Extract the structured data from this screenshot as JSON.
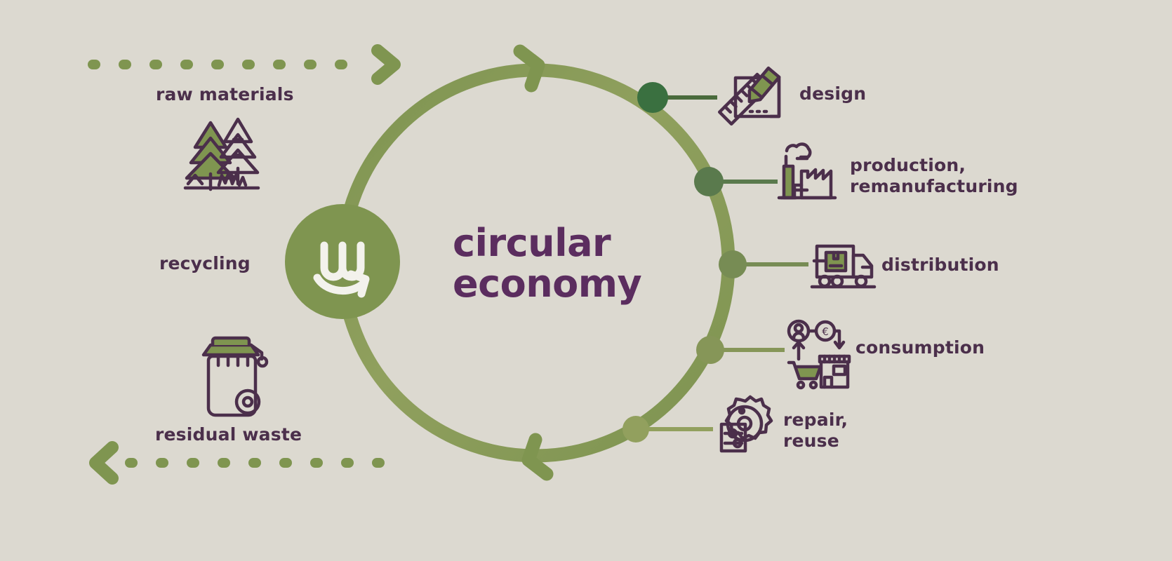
{
  "diagram": {
    "title": "circular\neconomy",
    "background_color": "#dcd9d0",
    "text_color": "#4b2f4b",
    "title_color": "#5b2d5f",
    "ring_color": "#7f9550",
    "accent_green": "#6f8a3c",
    "logo": {
      "name": "circular-economy-logo",
      "glyph": "w-smile-arrow",
      "circle_color": "#7f9550",
      "mark_color": "#f3f2ec"
    },
    "left_stages": [
      {
        "id": "raw-materials",
        "label": "raw materials",
        "icon": "trees-icon"
      },
      {
        "id": "recycling",
        "label": "recycling",
        "icon": ""
      },
      {
        "id": "residual-waste",
        "label": "residual waste",
        "icon": "waste-bin-icon"
      }
    ],
    "right_stages": [
      {
        "id": "design",
        "label": "design",
        "icon": "design-ruler-pencil-icon",
        "node_color": "#3a7040"
      },
      {
        "id": "production",
        "label": "production,\nremanufacturing",
        "icon": "factory-icon",
        "node_color": "#5a7a4d"
      },
      {
        "id": "distribution",
        "label": "distribution",
        "icon": "delivery-truck-icon",
        "node_color": "#778c54"
      },
      {
        "id": "consumption",
        "label": "consumption",
        "icon": "shop-cart-euro-icon",
        "node_color": "#869658"
      },
      {
        "id": "repair-reuse",
        "label": "repair,\nreuse",
        "icon": "gear-settings-icon",
        "node_color": "#92a05e"
      }
    ],
    "flow_arrows": [
      {
        "id": "top-dotted-arrow",
        "direction": "right",
        "style": "dotted"
      },
      {
        "id": "bottom-dotted-arrow",
        "direction": "left",
        "style": "dotted"
      },
      {
        "id": "ring-top-arrow",
        "direction": "clockwise",
        "style": "solid"
      },
      {
        "id": "ring-bottom-arrow",
        "direction": "clockwise",
        "style": "solid"
      }
    ]
  }
}
